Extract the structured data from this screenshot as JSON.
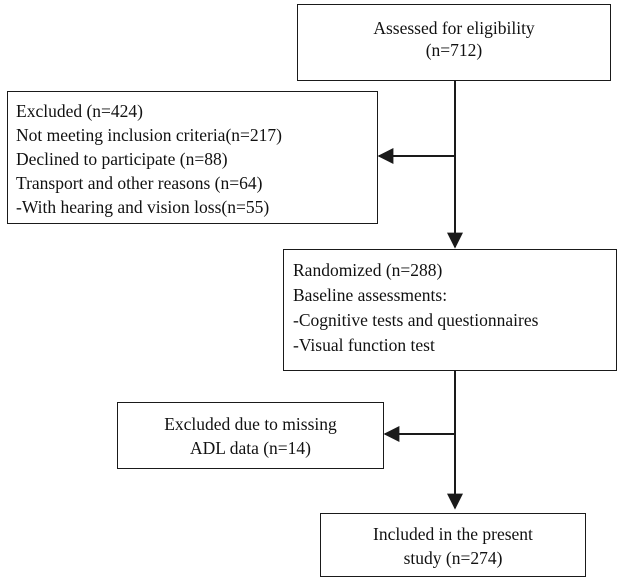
{
  "flowchart": {
    "boxes": {
      "assessed": {
        "lines": [
          "Assessed for eligibility",
          "(n=712)"
        ]
      },
      "excluded_initial": {
        "lines": [
          "Excluded (n=424)",
          "Not meeting inclusion criteria(n=217)",
          "Declined to participate (n=88)",
          "Transport and other reasons (n=64)",
          "-With hearing and vision loss(n=55)"
        ]
      },
      "randomized": {
        "lines": [
          "Randomized (n=288)",
          "Baseline assessments:",
          "-Cognitive tests and questionnaires",
          "-Visual function test"
        ]
      },
      "excluded_adl": {
        "lines": [
          "Excluded due to missing",
          "ADL data (n=14)"
        ]
      },
      "included": {
        "lines": [
          "Included in the present",
          "study (n=274)"
        ]
      }
    }
  }
}
